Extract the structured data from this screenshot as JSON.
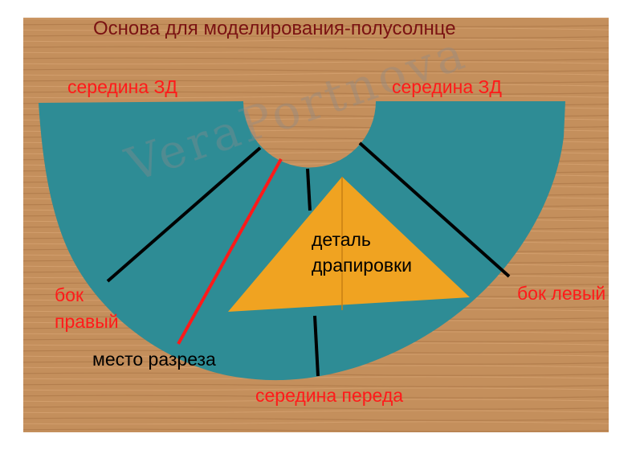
{
  "title": "Основа для моделирования-полусолнце",
  "labels": {
    "back_center_left": "середина ЗД",
    "back_center_right": "середина ЗД",
    "side_right_line1": "бок",
    "side_right_line2": "правый",
    "side_left": "бок левый",
    "cut_place": "место разреза",
    "front_center": "середина переда",
    "drape_line1": "деталь",
    "drape_line2": "драпировки"
  },
  "watermark": "VeraPortnova",
  "colors": {
    "wood": "#c48f5c",
    "pattern": "#2e8c95",
    "drape_piece": "#f0a321",
    "cut_line": "#ff1a1a",
    "marking_line": "#000000"
  }
}
